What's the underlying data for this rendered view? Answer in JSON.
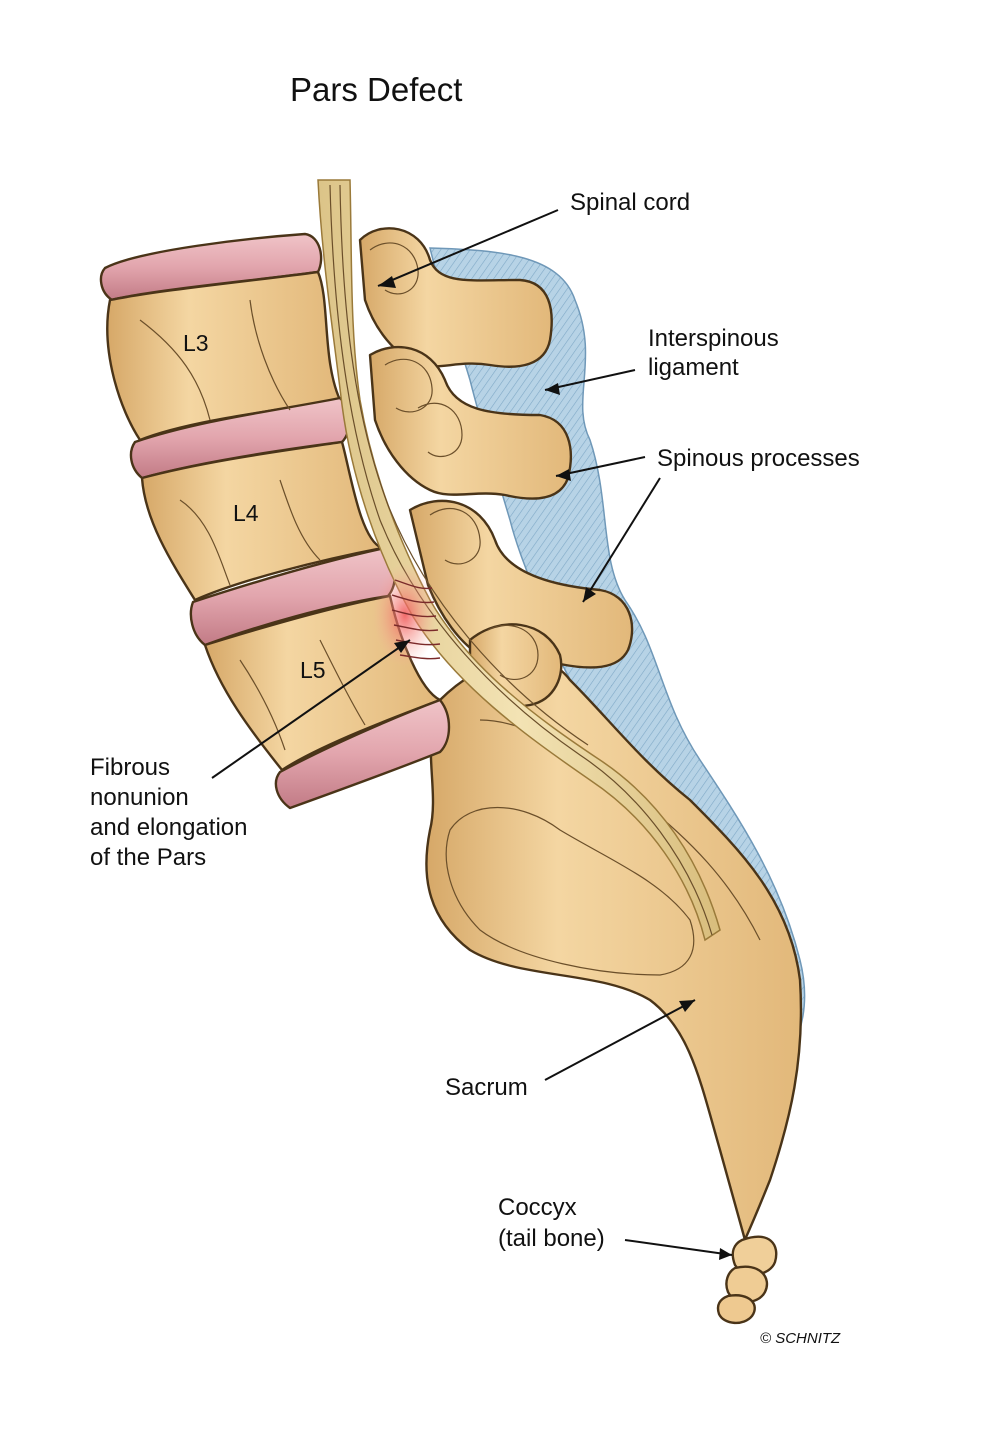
{
  "title": "Pars Defect",
  "vertebrae": [
    "L3",
    "L4",
    "L5"
  ],
  "labels": {
    "spinal_cord": "Spinal cord",
    "interspinous_line1": "Interspinous",
    "interspinous_line2": "ligament",
    "spinous_processes": "Spinous processes",
    "pars_line1": "Fibrous",
    "pars_line2": "nonunion",
    "pars_line3": "and elongation",
    "pars_line4": "of the Pars",
    "sacrum": "Sacrum",
    "coccyx_line1": "Coccyx",
    "coccyx_line2": "(tail bone)"
  },
  "credit": "© SCHNITZ",
  "colors": {
    "bone": "#f0cf99",
    "bone_shade": "#d9aa68",
    "disc": "#e2a5ad",
    "disc_dark": "#c27b86",
    "ligament": "#9fc3dc",
    "cord": "#ecd7a0",
    "defect": "#f06b6b"
  }
}
